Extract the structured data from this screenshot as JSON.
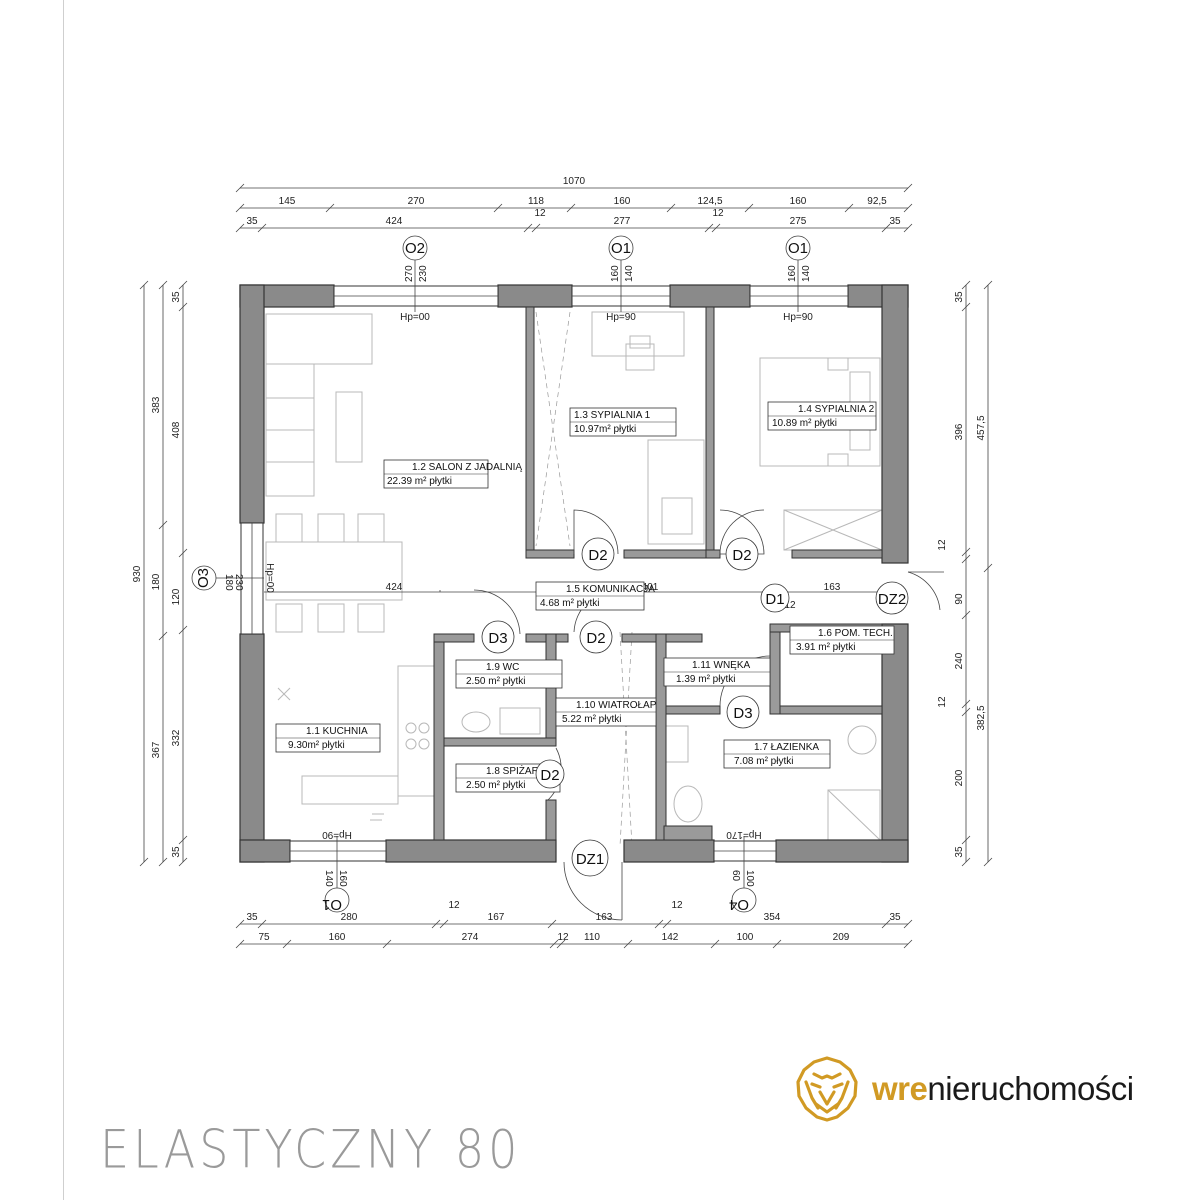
{
  "title": "ELASTYCZNY 80",
  "brand": {
    "accent": "wre",
    "rest": "nieruchomości",
    "accent_color": "#d19a24"
  },
  "rooms": {
    "salon": {
      "name": "1.2 SALON Z JADALNIĄ",
      "area": "22.39 m² płytki"
    },
    "kuchnia": {
      "name": "1.1 KUCHNIA",
      "area": "9.30m² płytki"
    },
    "sypialnia1": {
      "name": "1.3 SYPIALNIA 1",
      "area": "10.97m² płytki"
    },
    "sypialnia2": {
      "name": "1.4 SYPIALNIA 2",
      "area": "10.89 m² płytki"
    },
    "komunikacja": {
      "name": "1.5 KOMUNIKACJA",
      "area": "4.68 m² płytki"
    },
    "pomtech": {
      "name": "1.6 POM. TECH.",
      "area": "3.91 m² płytki"
    },
    "lazienka": {
      "name": "1.7 ŁAZIENKA",
      "area": "7.08 m² płytki"
    },
    "spizarnia": {
      "name": "1.8 SPIŻARNIA",
      "area": "2.50 m² płytki"
    },
    "wc": {
      "name": "1.9 WC",
      "area": "2.50 m² płytki"
    },
    "wiatrolap": {
      "name": "1.10 WIATROŁAP",
      "area": "5.22 m² płytki"
    },
    "wneka": {
      "name": "1.11 WNĘKA",
      "area": "1.39 m² płytki"
    }
  },
  "tags": {
    "o2": "O2",
    "o1a": "O1",
    "o1b": "O1",
    "o3": "O3",
    "o1c": "O1",
    "o4": "O4",
    "d2a": "D2",
    "d2b": "D2",
    "d2c": "D2",
    "d2d": "D2",
    "d3a": "D3",
    "d3b": "D3",
    "d1": "D1",
    "dz1": "DZ1",
    "dz2": "DZ2"
  },
  "sill_heights": {
    "top1": "Hp=00",
    "top2": "Hp=90",
    "top3": "Hp=90",
    "left": "Hp=00",
    "bottom1": "Hp=90",
    "bottom2": "Hp=170"
  },
  "dimensions": {
    "top_total": "1070",
    "top_row1": [
      "145",
      "270",
      "118",
      "160",
      "124,5",
      "160",
      "92,5"
    ],
    "top_row2": [
      "35",
      "424",
      "12",
      "277",
      "12",
      "275",
      "35"
    ],
    "bottom_row1": [
      "35",
      "280",
      "12",
      "167",
      "163",
      "12",
      "354",
      "35"
    ],
    "bottom_row2": [
      "75",
      "160",
      "274",
      "12",
      "110",
      "142",
      "100",
      "209"
    ],
    "left_total": "930",
    "left_col1": [
      "383",
      "180",
      "367"
    ],
    "left_col2": [
      "35",
      "408",
      "120",
      "332",
      "35"
    ],
    "right_col1": [
      "35",
      "396",
      "12",
      "90",
      "240",
      "12",
      "200",
      "35"
    ],
    "right_col2": [
      "457,5",
      "382,5"
    ],
    "win_o2": [
      "270",
      "230"
    ],
    "win_o1a": [
      "160",
      "140"
    ],
    "win_o1b": [
      "160",
      "140"
    ],
    "win_o3": [
      "180",
      "230"
    ],
    "win_o1c": [
      "160",
      "140"
    ],
    "win_o4": [
      "100",
      "60"
    ],
    "inner": {
      "w424": "424",
      "w401": "401",
      "w163": "163",
      "w12": "12"
    }
  }
}
